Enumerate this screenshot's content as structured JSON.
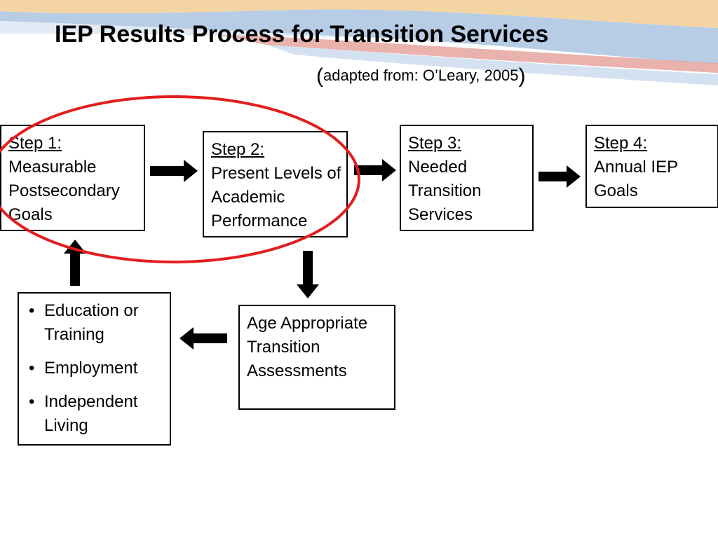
{
  "slide": {
    "title": "IEP Results Process for Transition Services",
    "subtitle_open": "(",
    "subtitle_text": "adapted from: O’Leary, 2005",
    "subtitle_close": ")"
  },
  "steps": [
    {
      "step_label": "Step 1:",
      "text": "Measurable Postsecondary Goals"
    },
    {
      "step_label": "Step 2:",
      "text": "Present Levels of Academic Performance"
    },
    {
      "step_label": "Step 3:",
      "text": "Needed Transition Services"
    },
    {
      "step_label": "Step 4:",
      "text": "Annual IEP Goals"
    }
  ],
  "assessments": {
    "text": "Age Appropriate Transition Assessments"
  },
  "goal_areas": {
    "bullet": "•",
    "items": [
      "Education or Training",
      "Employment",
      "Independent Living"
    ]
  },
  "colors": {
    "highlight_ellipse": "#e31d1d",
    "banner_peach": "#f4d3a0",
    "banner_blue": "#a9c4e4",
    "banner_red": "#e8a6a0",
    "arrow": "#000000"
  }
}
